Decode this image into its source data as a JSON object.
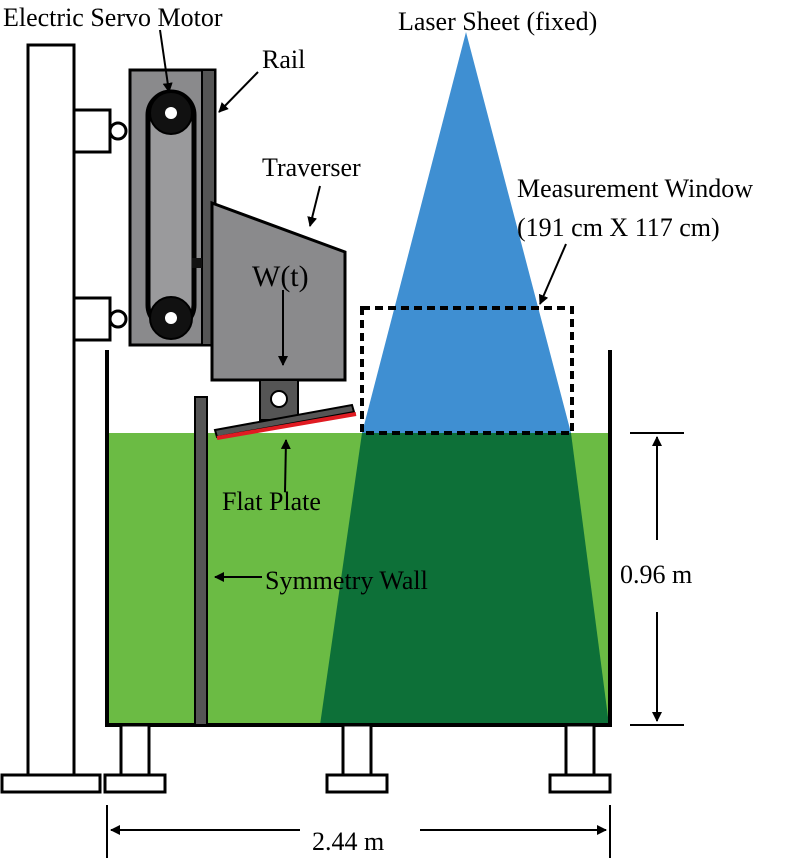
{
  "labels": {
    "motor": "Electric Servo Motor",
    "rail": "Rail",
    "traverser": "Traverser",
    "force": "W(t)",
    "laser": "Laser Sheet (fixed)",
    "window_title": "Measurement Window",
    "window_size": "(191 cm X 117 cm)",
    "plate": "Flat Plate",
    "wall": "Symmetry Wall",
    "depth": "0.96 m",
    "width": "2.44 m"
  },
  "colors": {
    "water": "#6bbb44",
    "water_lit": "#0d7038",
    "laser": "#3f8fd2",
    "hardware": "#8a8a8c",
    "rail_dark": "#555555",
    "plate_edge": "#e01b22",
    "line": "#000000"
  }
}
